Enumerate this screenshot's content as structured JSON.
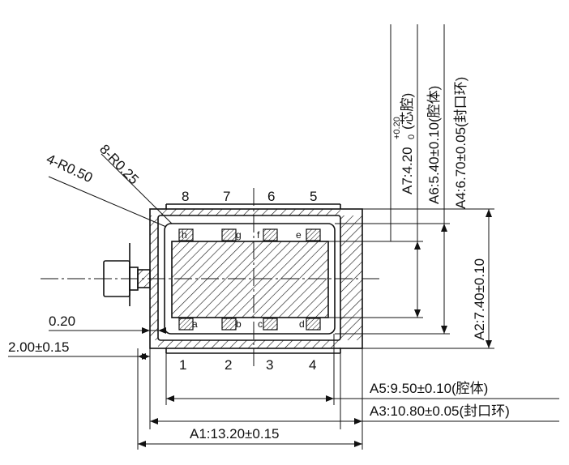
{
  "dimensions": {
    "a1": "A1:13.20±0.15",
    "a2": "A2:7.40±0.10",
    "a3": "A3:10.80±0.05(封口环)",
    "a4": "A4:6.70±0.05(封口环)",
    "a5": "A5:9.50±0.10(腔体)",
    "a6": "A6:5.40±0.10(腔体)",
    "a7_main": "A7:4.20",
    "a7_upper_tol": "+0.20",
    "a7_lower_tol": "0",
    "a7_suffix": "(芯腔)",
    "wall_thickness": "0.20",
    "lead_length": "2.00±0.15",
    "corner_radius_outer": "4-R0.50",
    "corner_radius_inner": "8-R0.25"
  },
  "pins": {
    "top": [
      "8",
      "7",
      "6",
      "5"
    ],
    "bottom": [
      "1",
      "2",
      "3",
      "4"
    ]
  },
  "pads": {
    "top": [
      "h",
      "g",
      "f",
      "e"
    ],
    "bottom": [
      "a",
      "b",
      "c",
      "d"
    ]
  },
  "colors": {
    "line": "#111111",
    "background": "#ffffff"
  }
}
